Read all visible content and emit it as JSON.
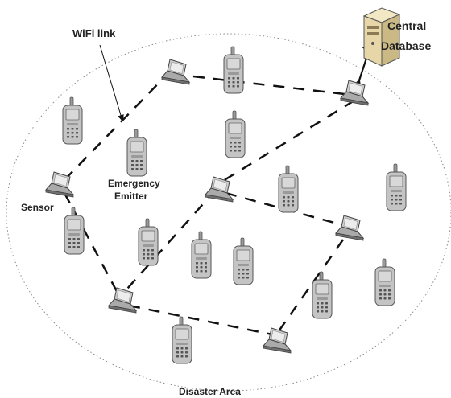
{
  "labels": {
    "wifi_link": "WiFi link",
    "central_database_line1": "Central",
    "central_database_line2": "Database",
    "emergency_emitter_line1": "Emergency",
    "emergency_emitter_line2": "Emitter",
    "sensor": "Sensor",
    "disaster_area": "Disaster Area"
  },
  "icons": {
    "node": "laptop-icon",
    "device": "mobile-phone-icon",
    "server": "server-tower-icon"
  },
  "colors": {
    "link": "#111111",
    "area_boundary": "#8a8a8a",
    "phone_body": "#c4c4c4",
    "screen": "#d8d8d8",
    "server_body": "#e6d6a8"
  }
}
